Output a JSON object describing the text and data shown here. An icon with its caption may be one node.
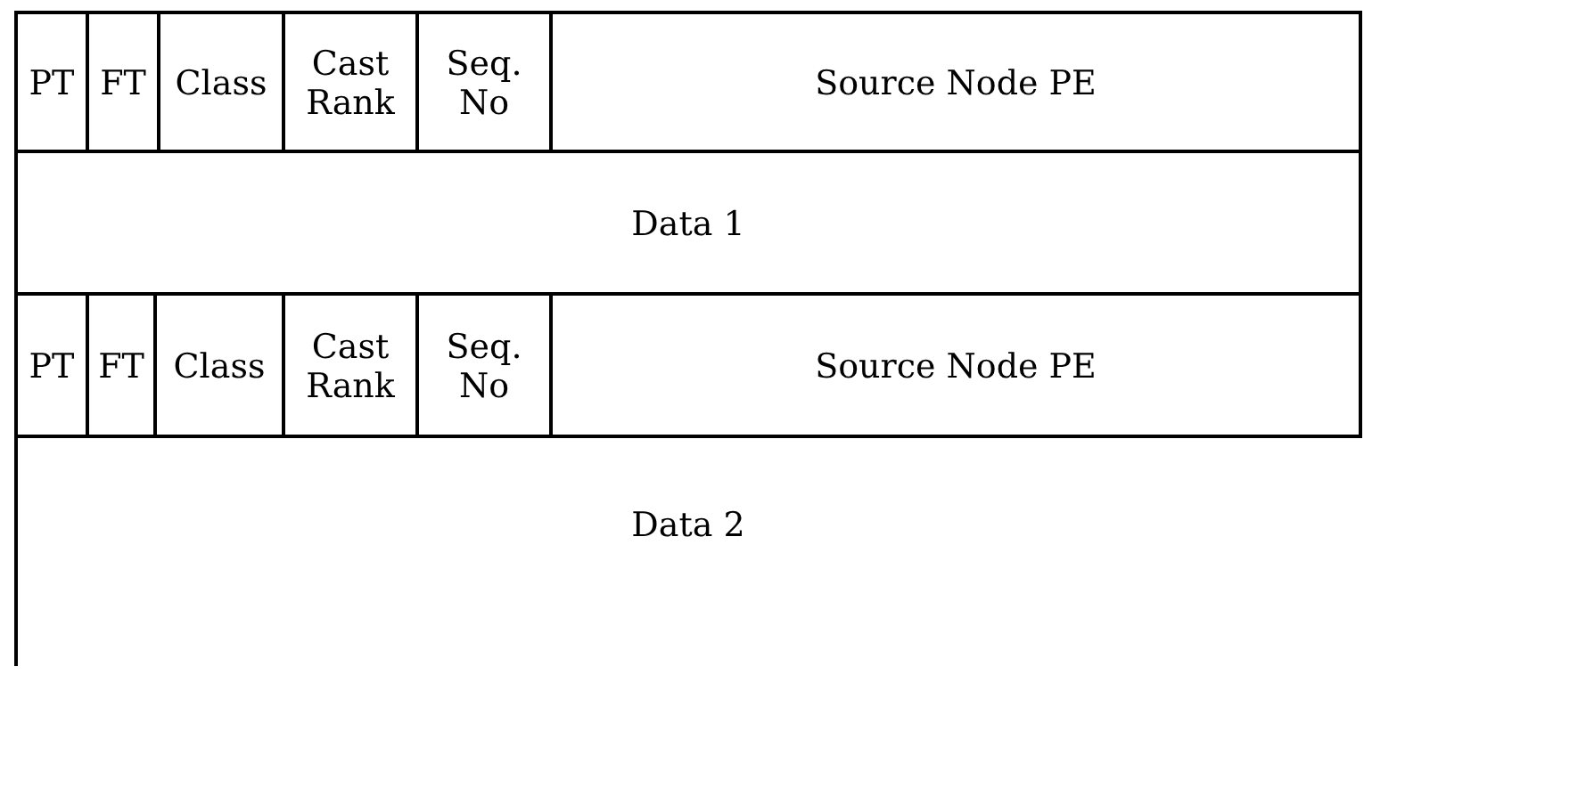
{
  "diagram": {
    "labels": [
      "PT",
      "FT",
      "Class",
      "Cast Rank",
      "Seq. No",
      "Source Node PE",
      "Data 1",
      "PT",
      "FT",
      "Class",
      "Cast Rank",
      "Seq. No",
      "Source Node PE",
      "Data 2"
    ]
  }
}
